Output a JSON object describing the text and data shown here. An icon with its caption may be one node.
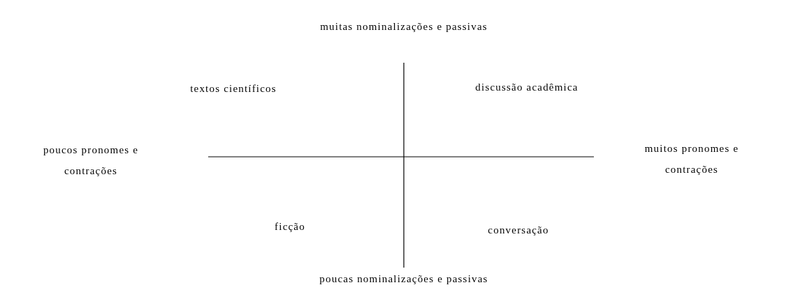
{
  "diagram": {
    "labels": [
      "muitas nominalizações e passivas",
      "textos científicos",
      "discussão acadêmica",
      "poucos pronomes e contrações",
      "muitos pronomes e contrações",
      "ficção",
      "conversação",
      "poucas nominalizações e passivas"
    ]
  }
}
